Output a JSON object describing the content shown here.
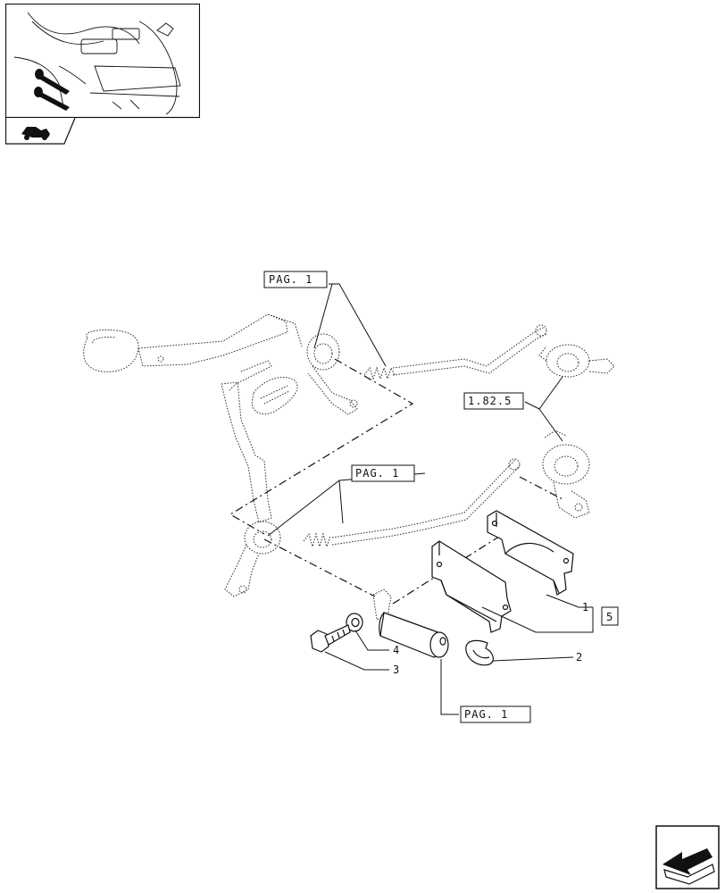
{
  "labels": {
    "pag1_top": "PAG. 1",
    "ref_1825": "1.82.5",
    "pag1_middle": "PAG. 1",
    "pag1_bottom": "PAG. 1",
    "part_1": "1",
    "part_2": "2",
    "part_3": "3",
    "part_4": "4",
    "part_5": "5"
  },
  "icons": {
    "thumbnail": "tractor-cab-pedals-thumbnail",
    "section": "tractor-section-icon",
    "nav": "next-page-arrow-icon"
  },
  "colors": {
    "ink": "#111111",
    "paper": "#ffffff"
  }
}
